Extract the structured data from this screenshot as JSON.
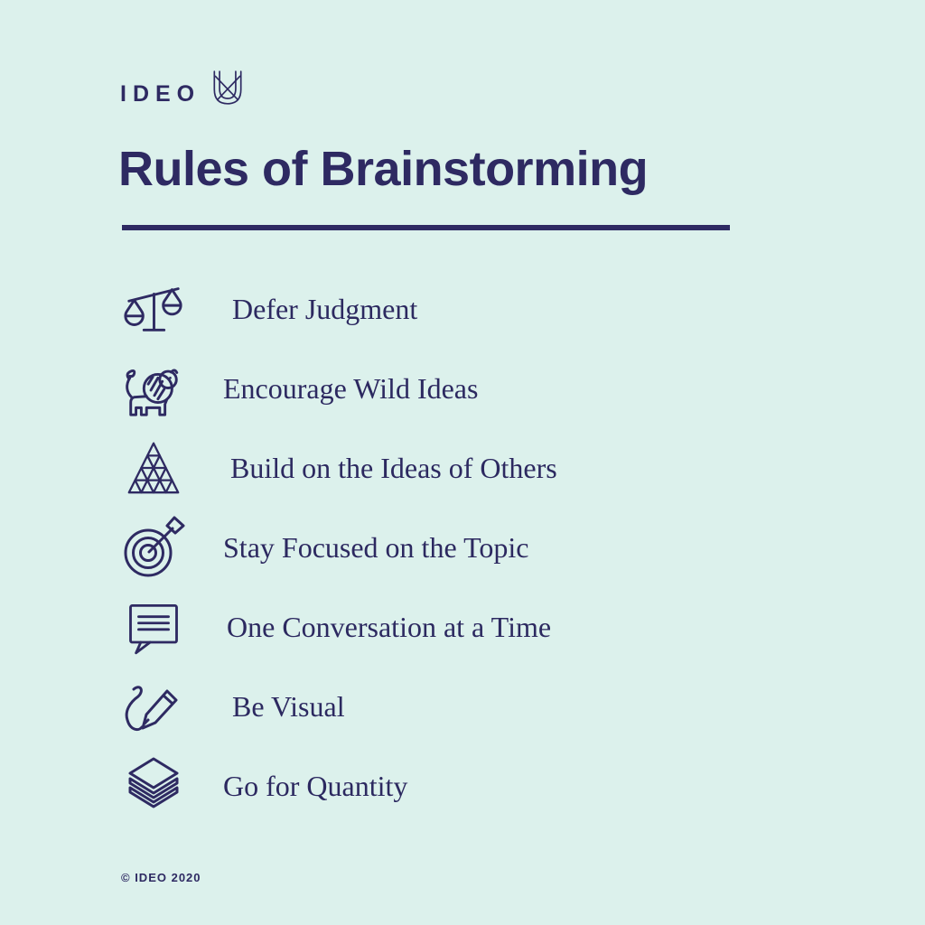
{
  "poster": {
    "background_color": "#dcf1ec",
    "ink_color": "#2e2a62",
    "logo": {
      "wordmark": "IDEO",
      "mark_icon": "ideo-u-mark-icon"
    },
    "title": "Rules of Brainstorming",
    "rules": [
      {
        "icon": "scales-icon",
        "label": "Defer Judgment"
      },
      {
        "icon": "lion-icon",
        "label": "Encourage Wild Ideas"
      },
      {
        "icon": "triangles-icon",
        "label": "Build on the Ideas of Others"
      },
      {
        "icon": "target-arrow-icon",
        "label": "Stay Focused on the Topic"
      },
      {
        "icon": "speech-bubble-icon",
        "label": "One Conversation at a Time"
      },
      {
        "icon": "pencil-icon",
        "label": "Be Visual"
      },
      {
        "icon": "layers-icon",
        "label": "Go for Quantity"
      }
    ],
    "footer": {
      "copyright": "© IDEO 2020"
    }
  }
}
